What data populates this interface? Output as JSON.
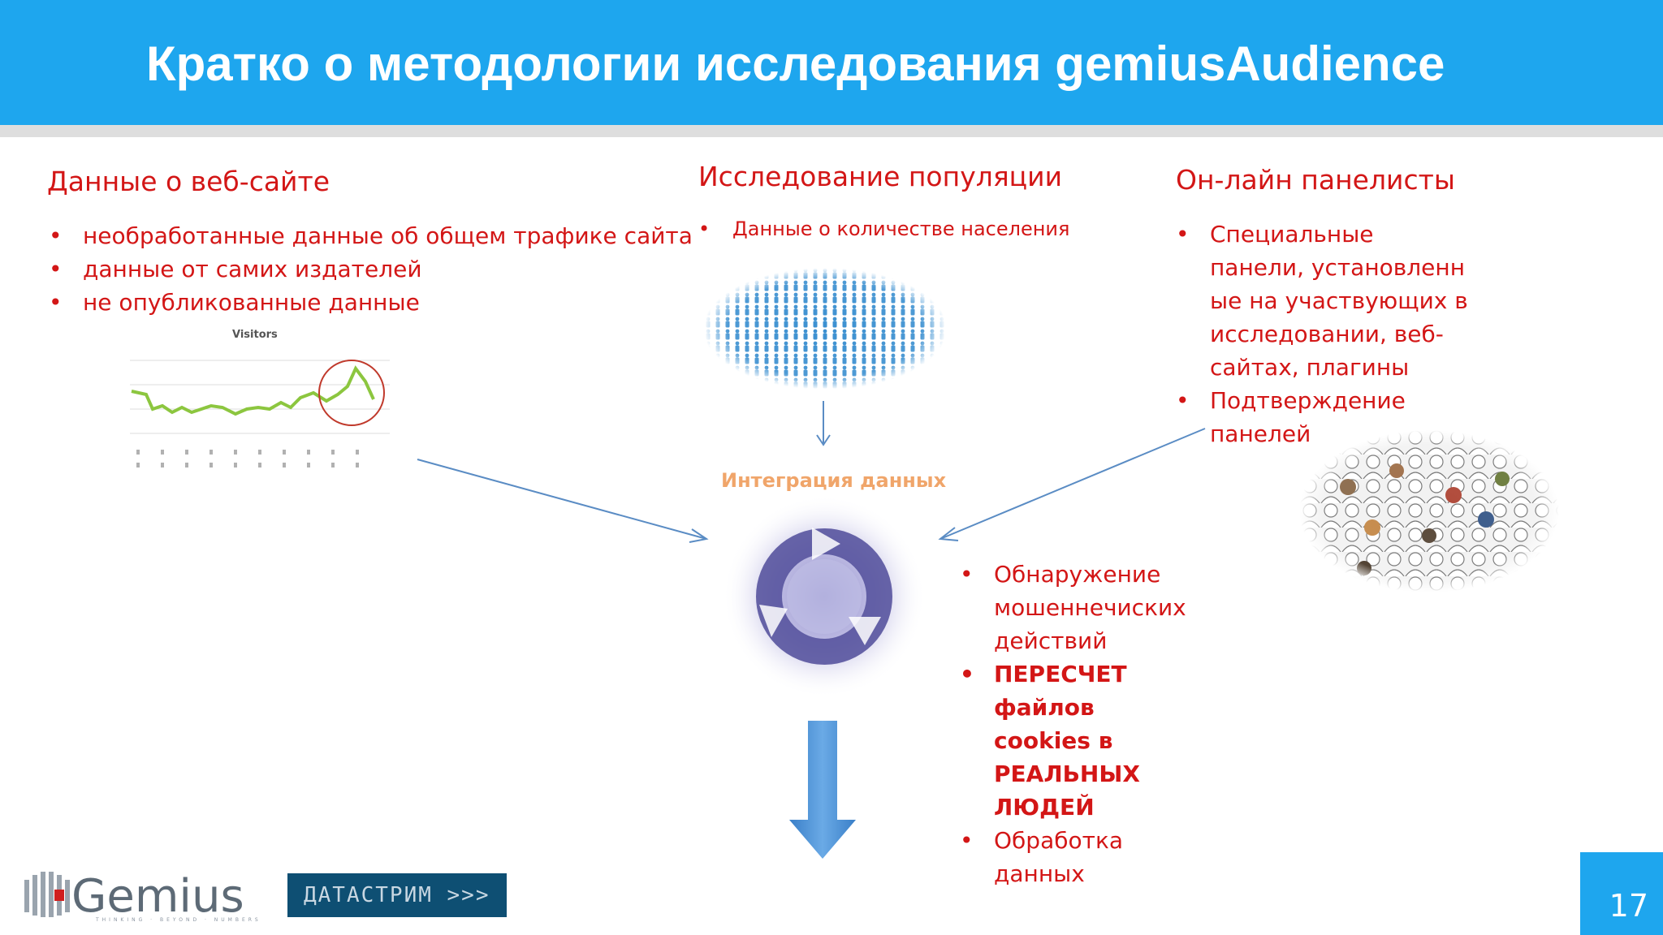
{
  "title": "Кратко о методологии исследования gemiusAudience",
  "col1": {
    "heading": "Данные о веб-сайте",
    "items": [
      "необработанные данные об общем трафике сайта",
      "данные от самих издателей",
      "не опубликованные данные"
    ],
    "chart_title": "Visitors"
  },
  "col2": {
    "heading": "Исследование популяции",
    "items": [
      "Данные о количестве населения"
    ]
  },
  "col3": {
    "heading": "Он-лайн панелисты",
    "items": [
      "Специальные панели, установленн ые на  участвующих в исследовании, веб-сайтах, плагины",
      "Подтверждение панелей"
    ]
  },
  "center": {
    "label": "Интеграция данных",
    "items": [
      "Обнаружение мошеннечиских действий",
      "ПЕРЕСЧЕТ файлов cookies в РЕАЛЬНЫХ ЛЮДЕЙ",
      "Обработка данных"
    ]
  },
  "footer": {
    "logo": "Gemius",
    "logo_tagline": "THINKING · BEYOND · NUMBERS",
    "partner": "ДАТАСТРИМ >>>",
    "page": "17"
  },
  "bullet": "•",
  "colors": {
    "accent": "#1ea6ee",
    "text_red": "#d31616",
    "label_orange": "#f0a56a",
    "partner_bg": "#0e4f73"
  }
}
